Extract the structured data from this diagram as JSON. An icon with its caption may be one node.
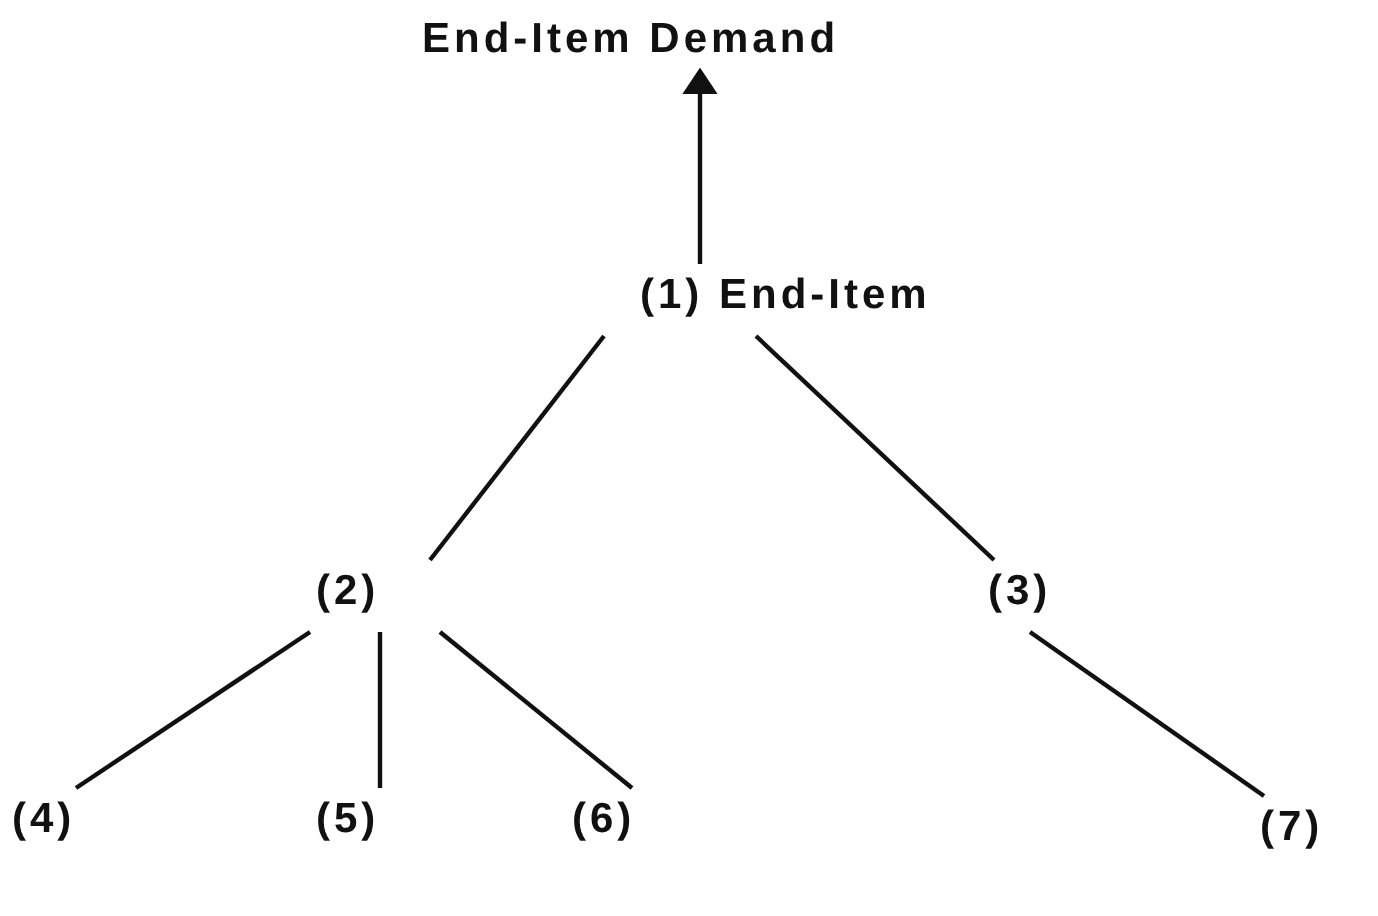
{
  "diagram": {
    "nodes": [
      {
        "text": [
          "End-Item Demand"
        ]
      },
      {
        "text": [
          "(1) End-Item"
        ]
      },
      {
        "text": [
          "(2)"
        ]
      },
      {
        "text": [
          "(3)"
        ]
      },
      {
        "text": [
          "(4)"
        ]
      },
      {
        "text": [
          "(5)"
        ]
      },
      {
        "text": [
          "(6)"
        ]
      },
      {
        "text": [
          "(7)"
        ]
      }
    ],
    "edges": [
      {
        "from": 1,
        "to": 0,
        "arrow": "to"
      },
      {
        "from": 1,
        "to": 2,
        "arrow": "none"
      },
      {
        "from": 1,
        "to": 3,
        "arrow": "none"
      },
      {
        "from": 2,
        "to": 4,
        "arrow": "none"
      },
      {
        "from": 2,
        "to": 5,
        "arrow": "none"
      },
      {
        "from": 2,
        "to": 6,
        "arrow": "none"
      },
      {
        "from": 3,
        "to": 7,
        "arrow": "none"
      }
    ]
  }
}
